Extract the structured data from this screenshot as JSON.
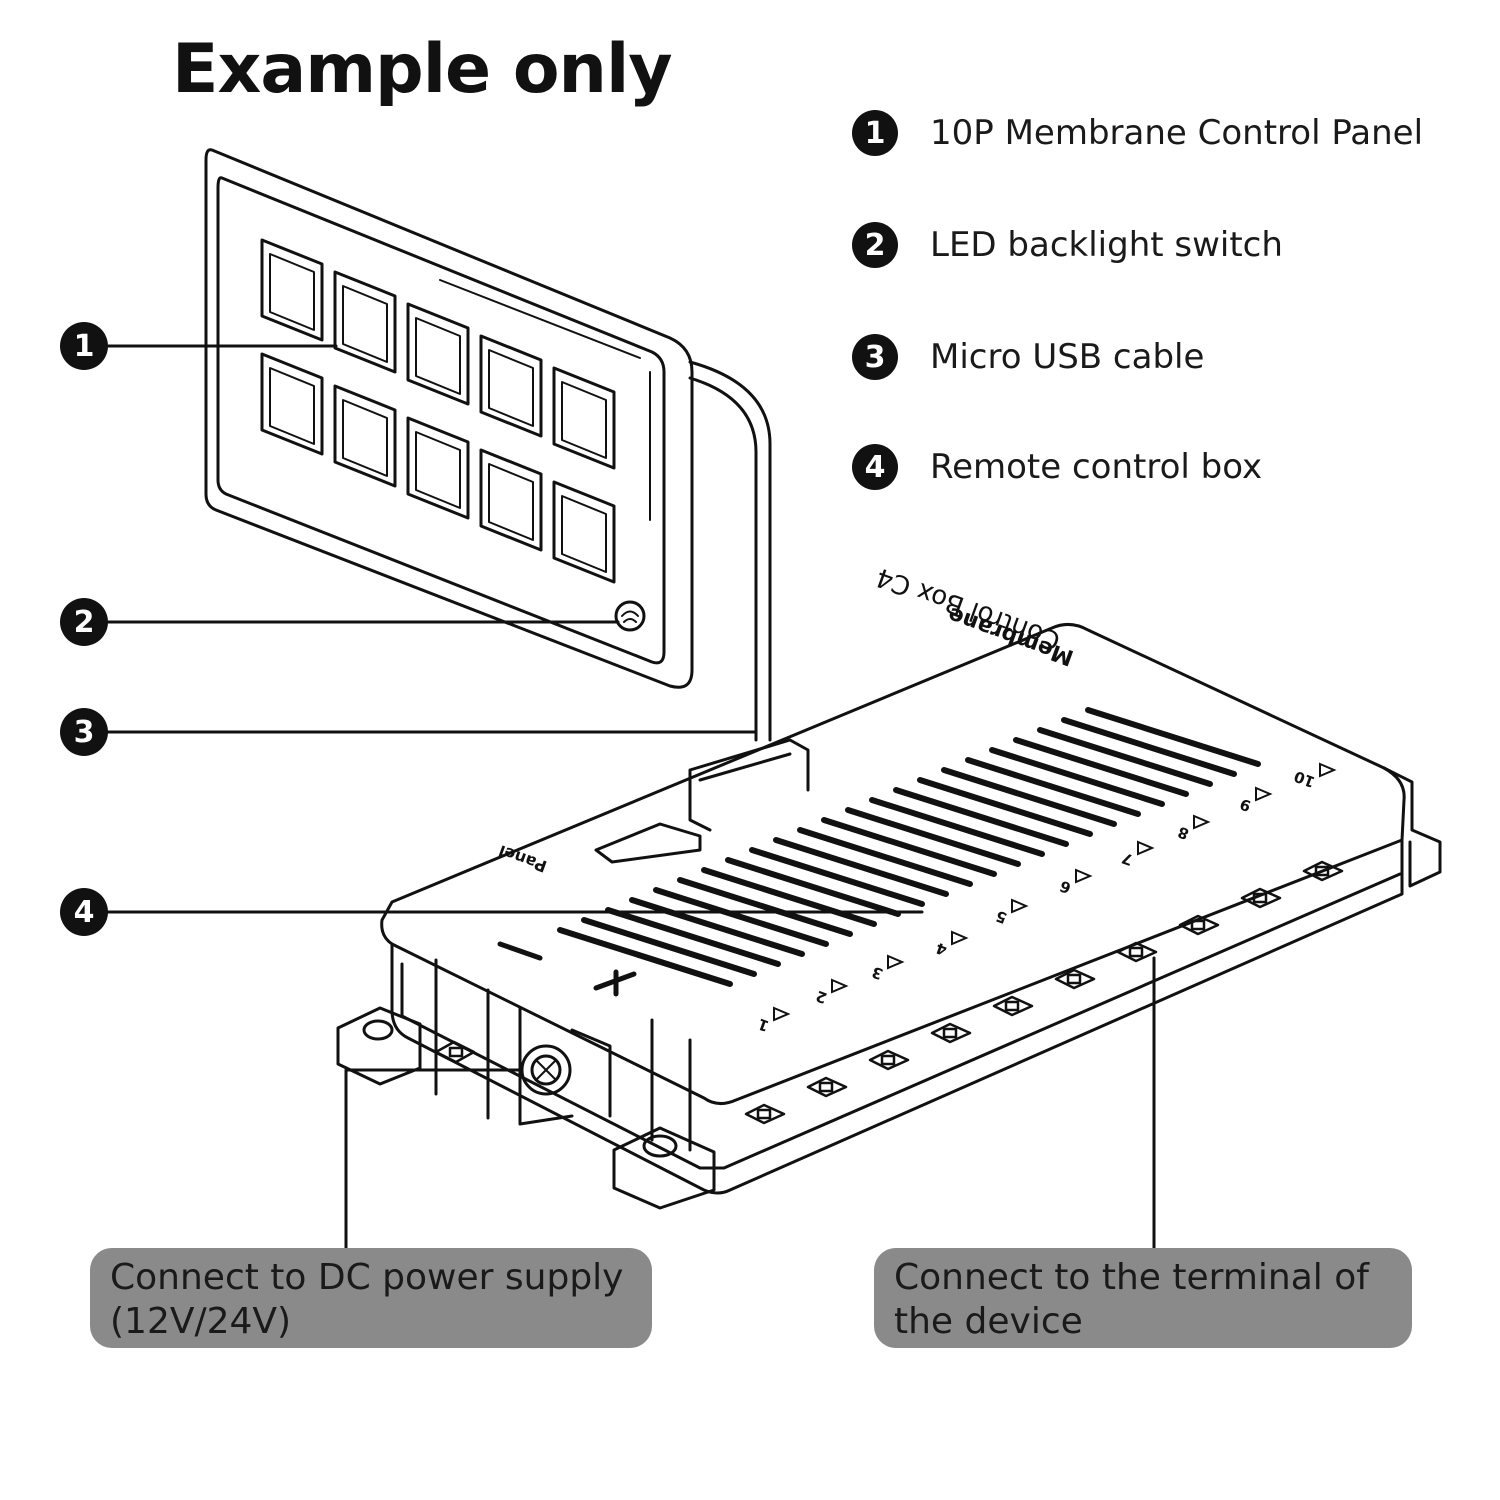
{
  "title": "Example only",
  "legend": [
    {
      "num": "1",
      "label": "10P Membrane Control Panel"
    },
    {
      "num": "2",
      "label": "LED backlight switch"
    },
    {
      "num": "3",
      "label": "Micro USB cable"
    },
    {
      "num": "4",
      "label": "Remote control box"
    }
  ],
  "callouts": [
    "1",
    "2",
    "3",
    "4"
  ],
  "box_labels": {
    "power_line1": "Connect to DC power supply",
    "power_line2": "(12V/24V)",
    "terminal_line1": "Connect to the terminal of",
    "terminal_line2": "the device"
  },
  "box_embossed": {
    "brand": "Membrane",
    "model": "Control Box C4",
    "panel_port": "Panel"
  },
  "channel_labels": [
    "1",
    "2",
    "3",
    "4",
    "5",
    "6",
    "7",
    "8",
    "9",
    "10"
  ],
  "colors": {
    "ink": "#111111",
    "label_bg": "#8a8a8a"
  }
}
